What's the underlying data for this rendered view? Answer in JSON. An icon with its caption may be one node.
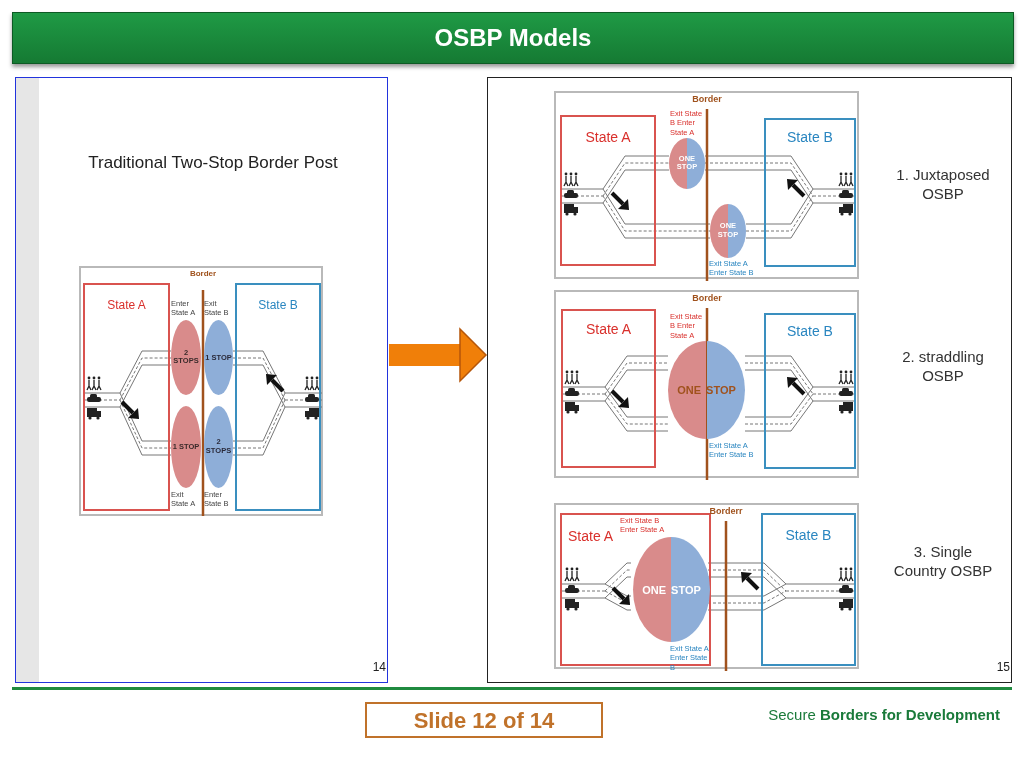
{
  "diagram": {
    "title": "OSBP Models",
    "nodes": [
      {
        "text": [
          "Traditional Two-Stop Border Post"
        ]
      },
      {
        "text": [
          "Border"
        ],
        "in": 0
      },
      {
        "text": [
          "State A"
        ],
        "in": 1
      },
      {
        "text": [
          "State B"
        ],
        "in": 1
      },
      {
        "text": [
          "2 STOPS"
        ],
        "in": 1,
        "beside": [
          "Enter State A"
        ]
      },
      {
        "text": [
          "1 STOP"
        ],
        "in": 1,
        "beside": [
          "Exit State B"
        ]
      },
      {
        "text": [
          "1 STOP"
        ],
        "in": 1,
        "beside": [
          "Exit State A"
        ]
      },
      {
        "text": [
          "2 STOPS"
        ],
        "in": 1,
        "beside": [
          "Enter State B"
        ]
      },
      {
        "text": [],
        "shape": "box"
      },
      {
        "text": [
          "Border"
        ],
        "in": 8,
        "beside": [
          "1. Juxtaposed OSBP"
        ]
      },
      {
        "text": [
          "State A"
        ],
        "in": 9
      },
      {
        "text": [
          "State B"
        ],
        "in": 9
      },
      {
        "text": [
          "ONE STOP"
        ],
        "in": 9,
        "beside": [
          "Exit State B Enter State A"
        ]
      },
      {
        "text": [
          "ONE STOP"
        ],
        "in": 9,
        "beside": [
          "Exit State A Enter State B"
        ]
      },
      {
        "text": [
          "Border"
        ],
        "in": 8,
        "beside": [
          "2. straddling OSBP"
        ]
      },
      {
        "text": [
          "State A"
        ],
        "in": 14
      },
      {
        "text": [
          "State B"
        ],
        "in": 14
      },
      {
        "text": [
          "ONE STOP"
        ],
        "in": 14,
        "beside": [
          "Exit State B Enter State A",
          "Exit State A Enter State B"
        ]
      },
      {
        "text": [
          "Borderr"
        ],
        "in": 8,
        "beside": [
          "3. Single Country OSBP"
        ]
      },
      {
        "text": [
          "State A"
        ],
        "in": 18
      },
      {
        "text": [
          "State B"
        ],
        "in": 18
      },
      {
        "text": [
          "ONE STOP"
        ],
        "in": 19,
        "beside": [
          "Exit State B Enter State A",
          "Exit State A Enter State B"
        ]
      },
      {
        "text": [
          "Slide 12 of 14"
        ]
      }
    ],
    "edges": [
      {
        "from": 0,
        "to": 8,
        "arrow": "to",
        "color": "#f07f09"
      }
    ],
    "labels": [
      "14",
      "15",
      "Secure **Borders for Development**"
    ]
  }
}
